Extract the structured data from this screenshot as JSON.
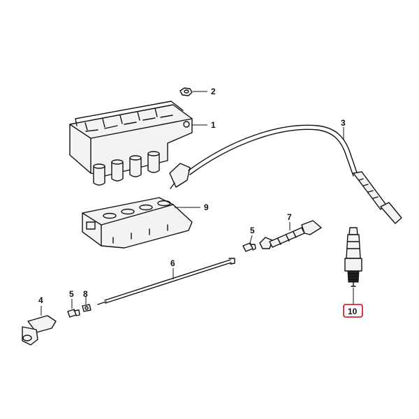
{
  "callouts": [
    {
      "id": "1",
      "label": "1"
    },
    {
      "id": "2",
      "label": "2"
    },
    {
      "id": "3",
      "label": "3"
    },
    {
      "id": "4",
      "label": "4"
    },
    {
      "id": "5a",
      "label": "5"
    },
    {
      "id": "5b",
      "label": "5"
    },
    {
      "id": "6",
      "label": "6"
    },
    {
      "id": "7",
      "label": "7"
    },
    {
      "id": "8",
      "label": "8"
    },
    {
      "id": "9",
      "label": "9"
    },
    {
      "id": "10",
      "label": "10"
    }
  ],
  "highlight": {
    "callout": "10",
    "color": "#e0202a"
  }
}
